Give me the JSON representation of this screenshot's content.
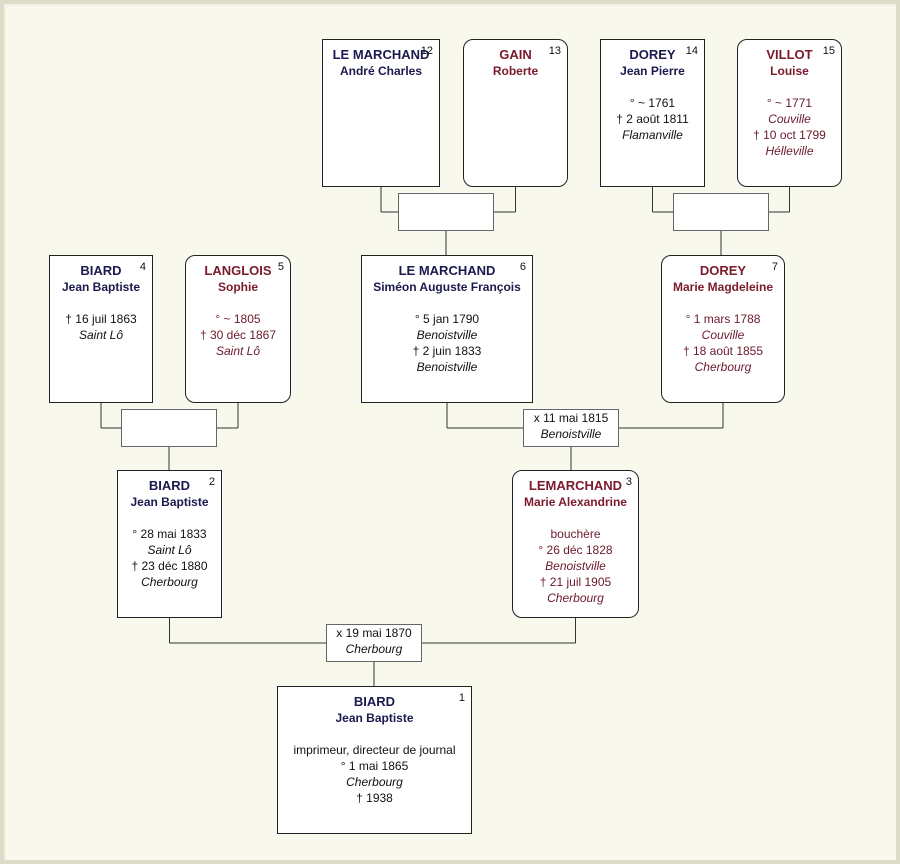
{
  "persons": {
    "p1": {
      "num": "1",
      "surname": "BIARD",
      "given": "Jean Baptiste",
      "occupation": "imprimeur, directeur de journal",
      "birth": "° 1 mai 1865",
      "birth_place": "Cherbourg",
      "death": "† 1938"
    },
    "p2": {
      "num": "2",
      "surname": "BIARD",
      "given": "Jean Baptiste",
      "birth": "° 28 mai 1833",
      "birth_place": "Saint Lô",
      "death": "† 23 déc 1880",
      "death_place": "Cherbourg"
    },
    "p3": {
      "num": "3",
      "surname": "LEMARCHAND",
      "given": "Marie Alexandrine",
      "occupation": "bouchère",
      "birth": "° 26 déc 1828",
      "birth_place": "Benoistville",
      "death": "† 21 juil 1905",
      "death_place": "Cherbourg"
    },
    "p4": {
      "num": "4",
      "surname": "BIARD",
      "given": "Jean Baptiste",
      "death": "† 16 juil 1863",
      "death_place": "Saint Lô"
    },
    "p5": {
      "num": "5",
      "surname": "LANGLOIS",
      "given": "Sophie",
      "birth": "° ~ 1805",
      "death": "† 30 déc 1867",
      "death_place": "Saint Lô"
    },
    "p6": {
      "num": "6",
      "surname": "LE MARCHAND",
      "given": "Siméon Auguste François",
      "birth": "° 5 jan 1790",
      "birth_place": "Benoistville",
      "death": "† 2 juin 1833",
      "death_place": "Benoistville"
    },
    "p7": {
      "num": "7",
      "surname": "DOREY",
      "given": "Marie Magdeleine",
      "birth": "° 1 mars 1788",
      "birth_place": "Couville",
      "death": "† 18 août 1855",
      "death_place": "Cherbourg"
    },
    "p12": {
      "num": "12",
      "surname": "LE MARCHAND",
      "given": "André Charles"
    },
    "p13": {
      "num": "13",
      "surname": "GAIN",
      "given": "Roberte"
    },
    "p14": {
      "num": "14",
      "surname": "DOREY",
      "given": "Jean Pierre",
      "birth": "° ~ 1761",
      "death": "† 2 août 1811",
      "death_place": "Flamanville"
    },
    "p15": {
      "num": "15",
      "surname": "VILLOT",
      "given": "Louise",
      "birth": "° ~ 1771",
      "birth_place": "Couville",
      "death": "† 10 oct 1799",
      "death_place": "Hélleville"
    }
  },
  "unions": {
    "u1": {
      "date": "x 19 mai 1870",
      "place": "Cherbourg"
    },
    "u3": {
      "date": "x 11 mai 1815",
      "place": "Benoistville"
    },
    "u2": {
      "date": "",
      "place": ""
    },
    "u6": {
      "date": "",
      "place": ""
    },
    "u7": {
      "date": "",
      "place": ""
    }
  }
}
